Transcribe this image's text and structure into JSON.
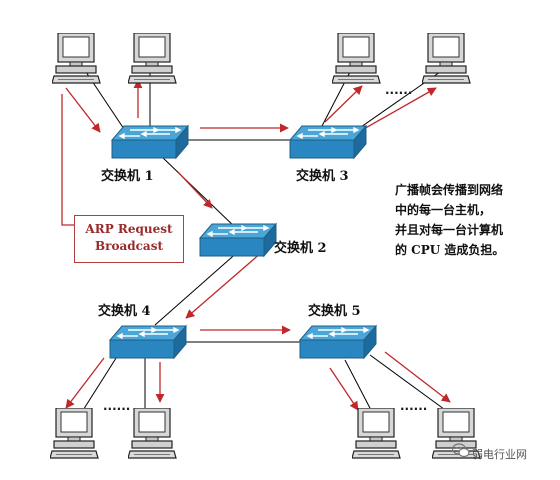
{
  "diagram": {
    "switches": {
      "s1": {
        "label": "交换机 1"
      },
      "s2": {
        "label": "交换机 2"
      },
      "s3": {
        "label": "交换机 3"
      },
      "s4": {
        "label": "交换机 4"
      },
      "s5": {
        "label": "交换机 5"
      }
    },
    "ellipses": {
      "top_right": "......",
      "bottom_left": "......",
      "bottom_right": "......"
    },
    "arp_box": {
      "line1": "ARP Request",
      "line2": "Broadcast"
    },
    "description": {
      "line1": "广播帧会传播到网络",
      "line2": "中的每一台主机，",
      "line3": "并且对每一台计算机",
      "line4": "的 CPU 造成负担。"
    },
    "watermark": "弱电行业网",
    "colors": {
      "switch_blue": "#2c8fc7",
      "arrow_red": "#c0282a",
      "link_line": "#000000",
      "box_border": "#b04040"
    }
  }
}
